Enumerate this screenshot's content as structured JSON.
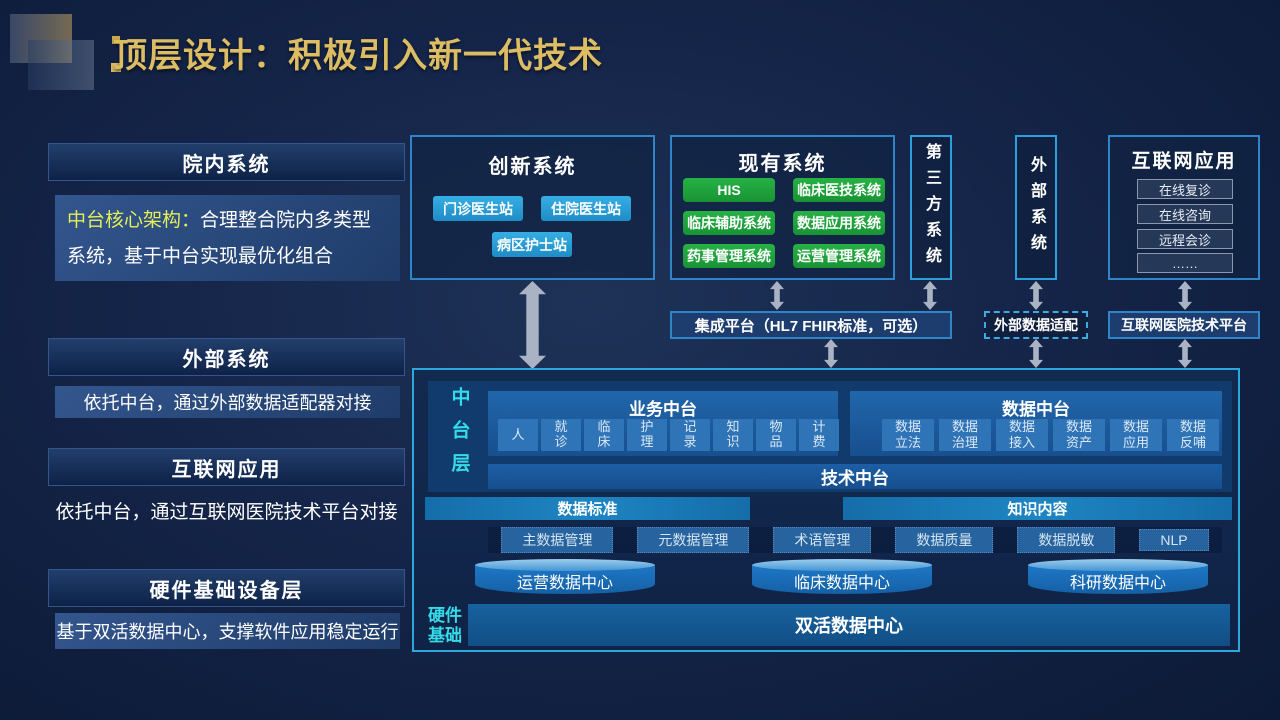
{
  "title": "顶层设计：积极引入新一代技术",
  "sidebar": {
    "sections": [
      {
        "header": "院内系统",
        "highlight": "中台核心架构：",
        "body": "合理整合院内多类型系统，基于中台实现最优化组合"
      },
      {
        "header": "外部系统",
        "body": "依托中台，通过外部数据适配器对接"
      },
      {
        "header": "互联网应用",
        "body": "依托中台，通过互联网医院技术平台对接"
      },
      {
        "header": "硬件基础设备层",
        "body": "基于双活数据中心，支撑软件应用稳定运行"
      }
    ]
  },
  "top_row": {
    "innovation": {
      "title": "创新系统",
      "items": [
        "门诊医生站",
        "住院医生站",
        "病区护士站"
      ]
    },
    "existing": {
      "title": "现有系统",
      "items": [
        "HIS",
        "临床医技系统",
        "临床辅助系统",
        "数据应用系统",
        "药事管理系统",
        "运营管理系统"
      ]
    },
    "third_party": {
      "title": "第三方系统"
    },
    "external": {
      "title": "外部系统"
    },
    "internet_apps": {
      "title": "互联网应用",
      "items": [
        "在线复诊",
        "在线咨询",
        "远程会诊",
        "……"
      ]
    }
  },
  "adapters": {
    "integration": "集成平台（HL7 FHIR标准，可选）",
    "external_adapter": "外部数据适配",
    "internet_platform": "互联网医院技术平台"
  },
  "platform": {
    "layer_label": "中台层",
    "business": {
      "title": "业务中台",
      "items": [
        "人",
        "就诊",
        "临床",
        "护理",
        "记录",
        "知识",
        "物品",
        "计费"
      ]
    },
    "data": {
      "title": "数据中台",
      "items": [
        "数据立法",
        "数据治理",
        "数据接入",
        "数据资产",
        "数据应用",
        "数据反哺"
      ]
    },
    "tech_bar": "技术中台",
    "data_standard_bar": "数据标准",
    "knowledge_bar": "知识内容",
    "tools": [
      "主数据管理",
      "元数据管理",
      "术语管理",
      "数据质量",
      "数据脱敏",
      "NLP"
    ],
    "data_centers": [
      "运营数据中心",
      "临床数据中心",
      "科研数据中心"
    ],
    "hardware_label": "硬件基础",
    "hardware_bar": "双活数据中心"
  },
  "colors": {
    "background": "#101f3e",
    "title_gold": "#dcbd64",
    "accent_cyan": "#2ea8dc",
    "cyan_text": "#35dbe8",
    "button_blue": "#2ba0d8",
    "button_green": "#1fa83a",
    "teal_bar": "#1878b4",
    "arrow_gray": "#a9b3c3",
    "highlight_yellow": "#e3ee58"
  }
}
